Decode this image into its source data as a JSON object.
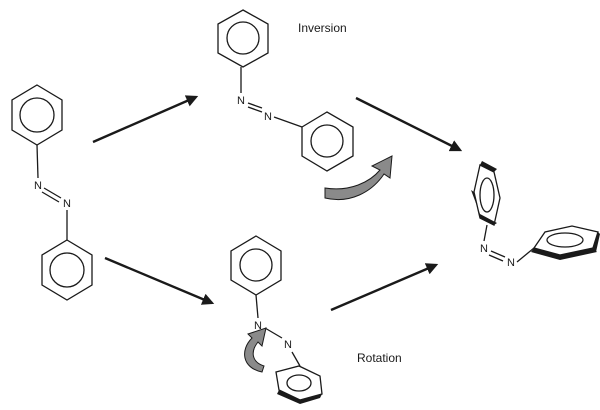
{
  "captions": {
    "inversion": "Inversion",
    "rotation": "Rotation"
  },
  "atoms": {
    "nitrogen": "N"
  }
}
